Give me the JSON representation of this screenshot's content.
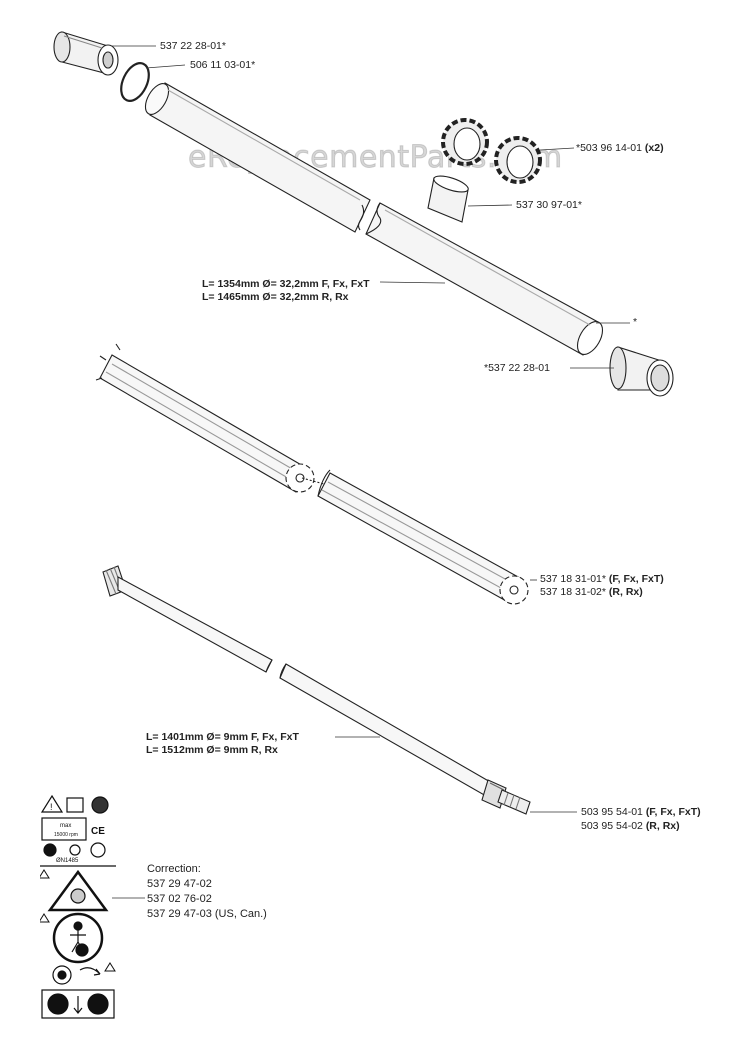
{
  "watermark": "eReplacementParts.com",
  "callouts": {
    "bushing_top": "537 22 28-01*",
    "oring": "506 11 03-01*",
    "star_washer_num": "*503 96 14-01 ",
    "star_washer_qty": "(x2)",
    "sleeve": "537 30 97-01*",
    "tube_line1": "L= 1354mm Ø= 32,2mm F, Fx, FxT",
    "tube_line2": "L= 1465mm Ø= 32,2mm R, Rx",
    "tube_star": "*",
    "bushing_bottom": "*537 22 28-01",
    "liner_line1_num": "537 18 31-01* ",
    "liner_line1_models": "(F, Fx, FxT)",
    "liner_line2_num": "537 18 31-02* ",
    "liner_line2_models": "(R, Rx)",
    "shaft_line1": "L= 1401mm Ø= 9mm F, Fx, FxT",
    "shaft_line2": "L= 1512mm Ø= 9mm R, Rx",
    "driveshaft_line1_num": "503 95 54-01 ",
    "driveshaft_line1_models": "(F, Fx, FxT)",
    "driveshaft_line2_num": "503 95 54-02 ",
    "driveshaft_line2_models": "(R, Rx)"
  },
  "correction": {
    "title": "Correction:",
    "line1": "537 29 47-02",
    "line2": "537 02 76-02",
    "line3": "537 29 47-03 (US, Can.)"
  },
  "decal": {
    "max_text": "max",
    "speed_text": "15000 rpm",
    "ce_text": "CE",
    "code_text": "ØN1485"
  }
}
